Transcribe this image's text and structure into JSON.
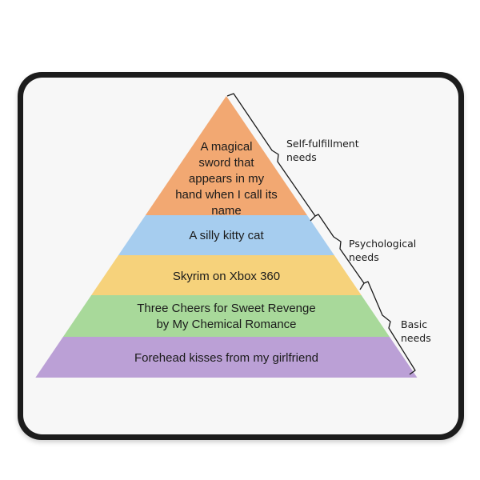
{
  "diagram": {
    "tiers": [
      {
        "lines": [
          "A magical",
          "sword that",
          "appears in my",
          "hand when I call its",
          "name"
        ],
        "color": "#F2A872"
      },
      {
        "lines": [
          "A silly kitty cat"
        ],
        "color": "#A6CDEF"
      },
      {
        "lines": [
          "Skyrim on Xbox 360"
        ],
        "color": "#F6D27B"
      },
      {
        "lines": [
          "Three Cheers for Sweet Revenge",
          "by My Chemical Romance"
        ],
        "color": "#A8D99A"
      },
      {
        "lines": [
          "Forehead kisses from my girlfriend"
        ],
        "color": "#BBA0D6"
      }
    ],
    "groups": [
      {
        "lines": [
          "Self-fulfillment",
          "needs"
        ]
      },
      {
        "lines": [
          "Psychological",
          "needs"
        ]
      },
      {
        "lines": [
          "Basic",
          "needs"
        ]
      }
    ]
  },
  "colors": {
    "mat_border": "#1e1e1e",
    "mat_surface": "#f7f7f7",
    "bracket": "#1a1a1a"
  }
}
